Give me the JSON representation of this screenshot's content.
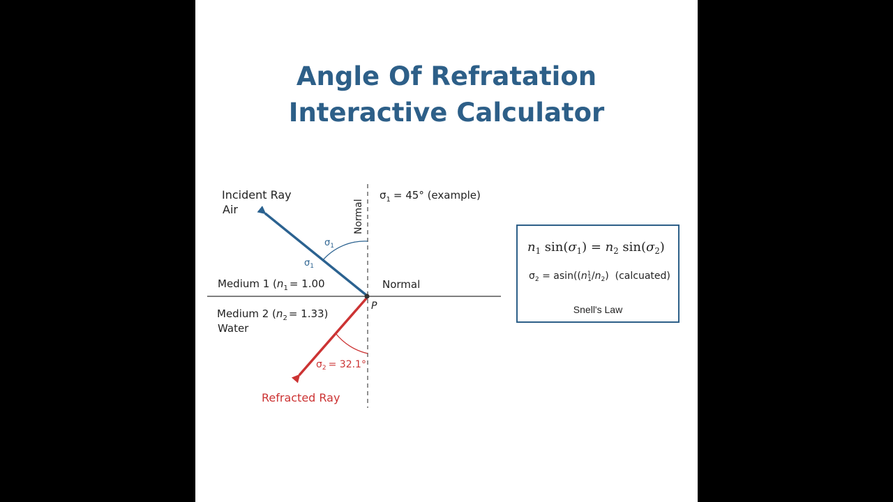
{
  "title": {
    "line1": "Angle Of Refratation",
    "line2": "Interactive Calculator"
  },
  "diagram": {
    "incident_label": "Incident Ray",
    "medium1_name": "Air",
    "normal_label_vertical": "Normal",
    "normal_label_horizontal": "Normal",
    "theta1_example_value": "= 45° (example)",
    "angle_symbol": "σ",
    "medium1_label": "Medium 1 (",
    "medium1_index": "= 1.00",
    "medium2_label": "Medium 2 (",
    "medium2_index": "= 1.33)",
    "medium2_name": "Water",
    "point_label": "P",
    "theta2_value": "= 32.1°",
    "refracted_label": "Refracted Ray",
    "incidence_angle_deg": 45,
    "refraction_angle_deg": 32.1
  },
  "formula": {
    "snell_equation": "n1 sin(σ1) = n2 sin(σ2)",
    "calc_equation": "σ2 = asin((n1 1/n2)  (calcuated)",
    "caption": "Snell's Law"
  },
  "colors": {
    "title": "#2d5f88",
    "incident_ray": "#2b6290",
    "refracted_ray": "#cc3333",
    "box_border": "#2d5f88",
    "background": "#000000",
    "panel": "#ffffff"
  }
}
